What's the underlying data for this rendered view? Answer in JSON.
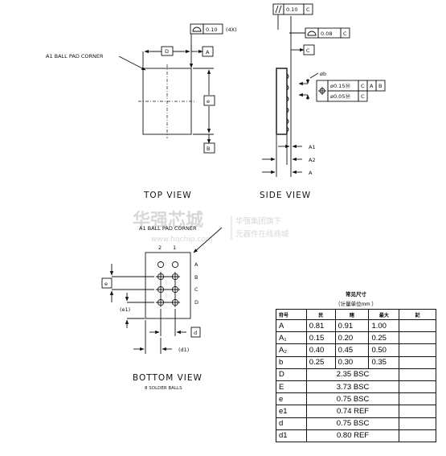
{
  "top_view": {
    "callout": "A1 BALL PAD CORNER",
    "fcf_value": "0.10",
    "fcf_count": "(4X)",
    "dim_D": "D",
    "dim_e": "e",
    "datum_A": "A",
    "datum_B": "B",
    "label": "TOP VIEW"
  },
  "side_view": {
    "fcf1_value": "0.10",
    "fcf1_datum": "C",
    "fcf2_value": "0.08",
    "fcf2_datum": "C",
    "datum_C": "C",
    "ball_dim": "øb",
    "pos1_value": "ø0.15Ⓜ",
    "pos1_ref1": "C",
    "pos1_ref2": "A",
    "pos1_ref3": "B",
    "pos2_value": "ø0.05Ⓜ",
    "pos2_ref1": "C",
    "dim_A1": "A1",
    "dim_A2": "A2",
    "dim_A": "A",
    "label": "SIDE VIEW"
  },
  "watermark": {
    "brand": "华强芯城",
    "url": "www.hqchip.com",
    "line1": "华强集团旗下",
    "line2": "元器件在线商城"
  },
  "bottom_view": {
    "callout": "A1 BALL PAD CORNER",
    "col_2": "2",
    "col_1": "1",
    "row_A": "A",
    "row_B": "B",
    "row_C": "C",
    "row_D": "D",
    "dim_e": "e",
    "dim_e1": "(e1)",
    "dim_d": "d",
    "dim_d1": "(d1)",
    "label": "BOTTOM VIEW",
    "sublabel": "8 SOLDER BALLS"
  },
  "table": {
    "title": "常见尺寸",
    "unit": "（计量单位mm ）",
    "headers": [
      "符号",
      "民",
      "睹",
      "最大",
      "記"
    ],
    "rows_minmax": [
      {
        "sym": "A",
        "min": "0.81",
        "nom": "0.91",
        "max": "1.00"
      },
      {
        "sym": "A₁",
        "min": "0.15",
        "nom": "0.20",
        "max": "0.25"
      },
      {
        "sym": "A₂",
        "min": "0.40",
        "nom": "0.45",
        "max": "0.50"
      },
      {
        "sym": "b",
        "min": "0.25",
        "nom": "0.30",
        "max": "0.35"
      }
    ],
    "rows_single": [
      {
        "sym": "D",
        "val": "2.35 BSC"
      },
      {
        "sym": "E",
        "val": "3.73 BSC"
      },
      {
        "sym": "e",
        "val": "0.75 BSC"
      },
      {
        "sym": "e1",
        "val": "0.74 REF"
      },
      {
        "sym": "d",
        "val": "0.75 BSC"
      },
      {
        "sym": "d1",
        "val": "0.80 REF"
      }
    ]
  }
}
